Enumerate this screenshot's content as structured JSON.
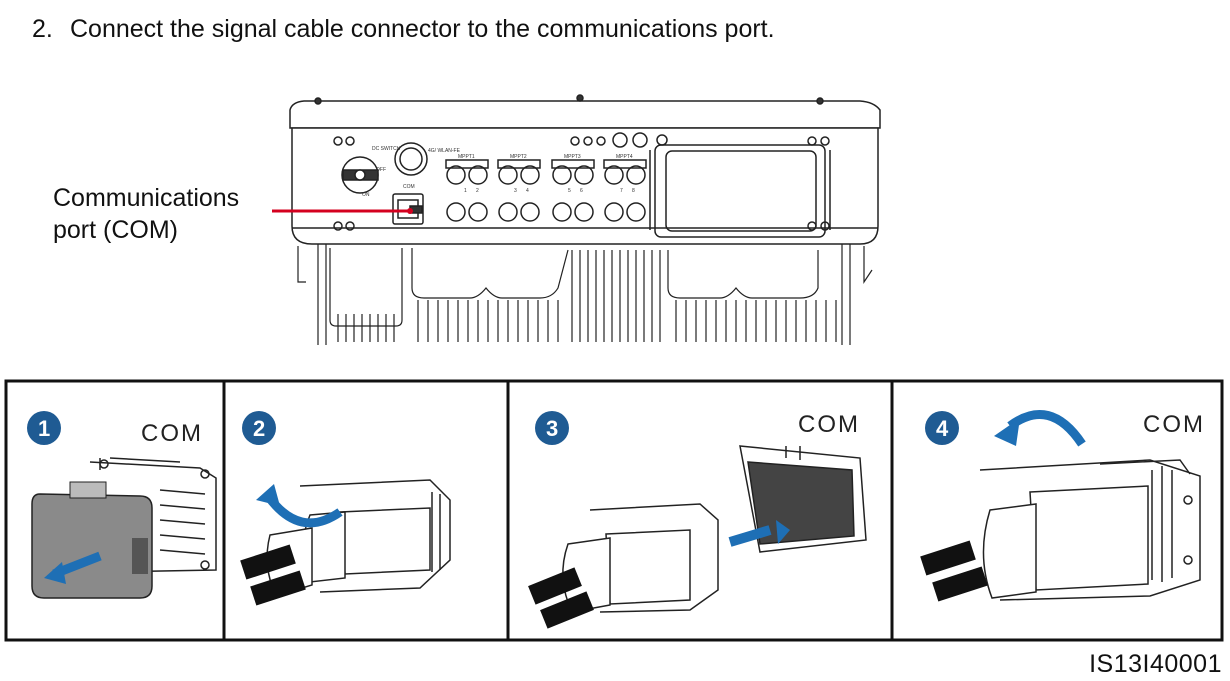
{
  "step": {
    "number": "2.",
    "text": "Connect the signal cable connector to the communications port."
  },
  "callout": {
    "line1": "Communications",
    "line2": "port (COM)"
  },
  "inverter": {
    "switch_label": "DC SWITCH",
    "on_label": "ON",
    "off_label": "OFF",
    "com_label": "COM",
    "wlan_label": "4G/ WLAN-FE",
    "mppt_labels": [
      "MPPT1",
      "MPPT2",
      "MPPT3",
      "MPPT4"
    ],
    "pv_numbers": [
      "1",
      "2",
      "3",
      "4",
      "5",
      "6",
      "7",
      "8"
    ]
  },
  "panels": [
    {
      "step": "1",
      "label": "COM"
    },
    {
      "step": "2",
      "label": ""
    },
    {
      "step": "3",
      "label": "COM"
    },
    {
      "step": "4",
      "label": "COM"
    }
  ],
  "figure_code": "IS13I40001",
  "colors": {
    "callout_line": "#d4001f",
    "step_badge": "#1f5b93",
    "arrow": "#1e6fb5"
  }
}
